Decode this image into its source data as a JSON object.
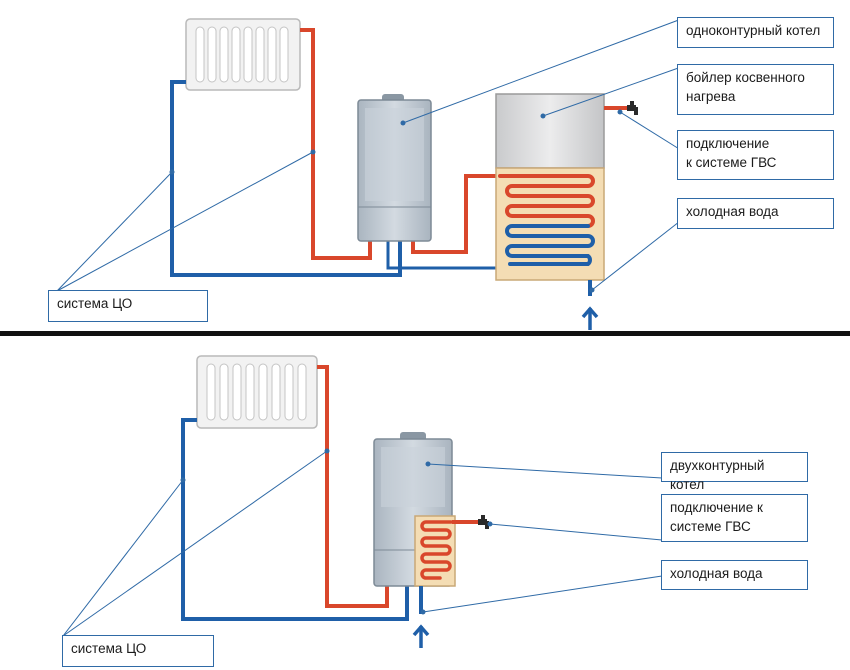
{
  "colors": {
    "hot_pipe": "#d9472b",
    "cold_pipe": "#1f5fa8",
    "leader_line": "#2f6aa6",
    "boiler_body": "#c3ccd5",
    "tank_top": "#d5d6d8",
    "tank_bottom": "#f4ddb4",
    "radiator": "#eeeeee"
  },
  "top": {
    "labels": {
      "single_circuit_boiler": "одноконтурный котел",
      "indirect_heater_line1": "бойлер косвенного",
      "indirect_heater_line2": "нагрева",
      "dhw_connection_line1": "подключение",
      "dhw_connection_line2": "к системе ГВС",
      "cold_water": "холодная вода",
      "heating_system": "система ЦО"
    }
  },
  "bottom": {
    "labels": {
      "double_circuit_boiler": "двухконтурный котел",
      "dhw_connection_line1": "подключение к",
      "dhw_connection_line2": "системе ГВС",
      "cold_water": "холодная вода",
      "heating_system": "система ЦО"
    }
  }
}
